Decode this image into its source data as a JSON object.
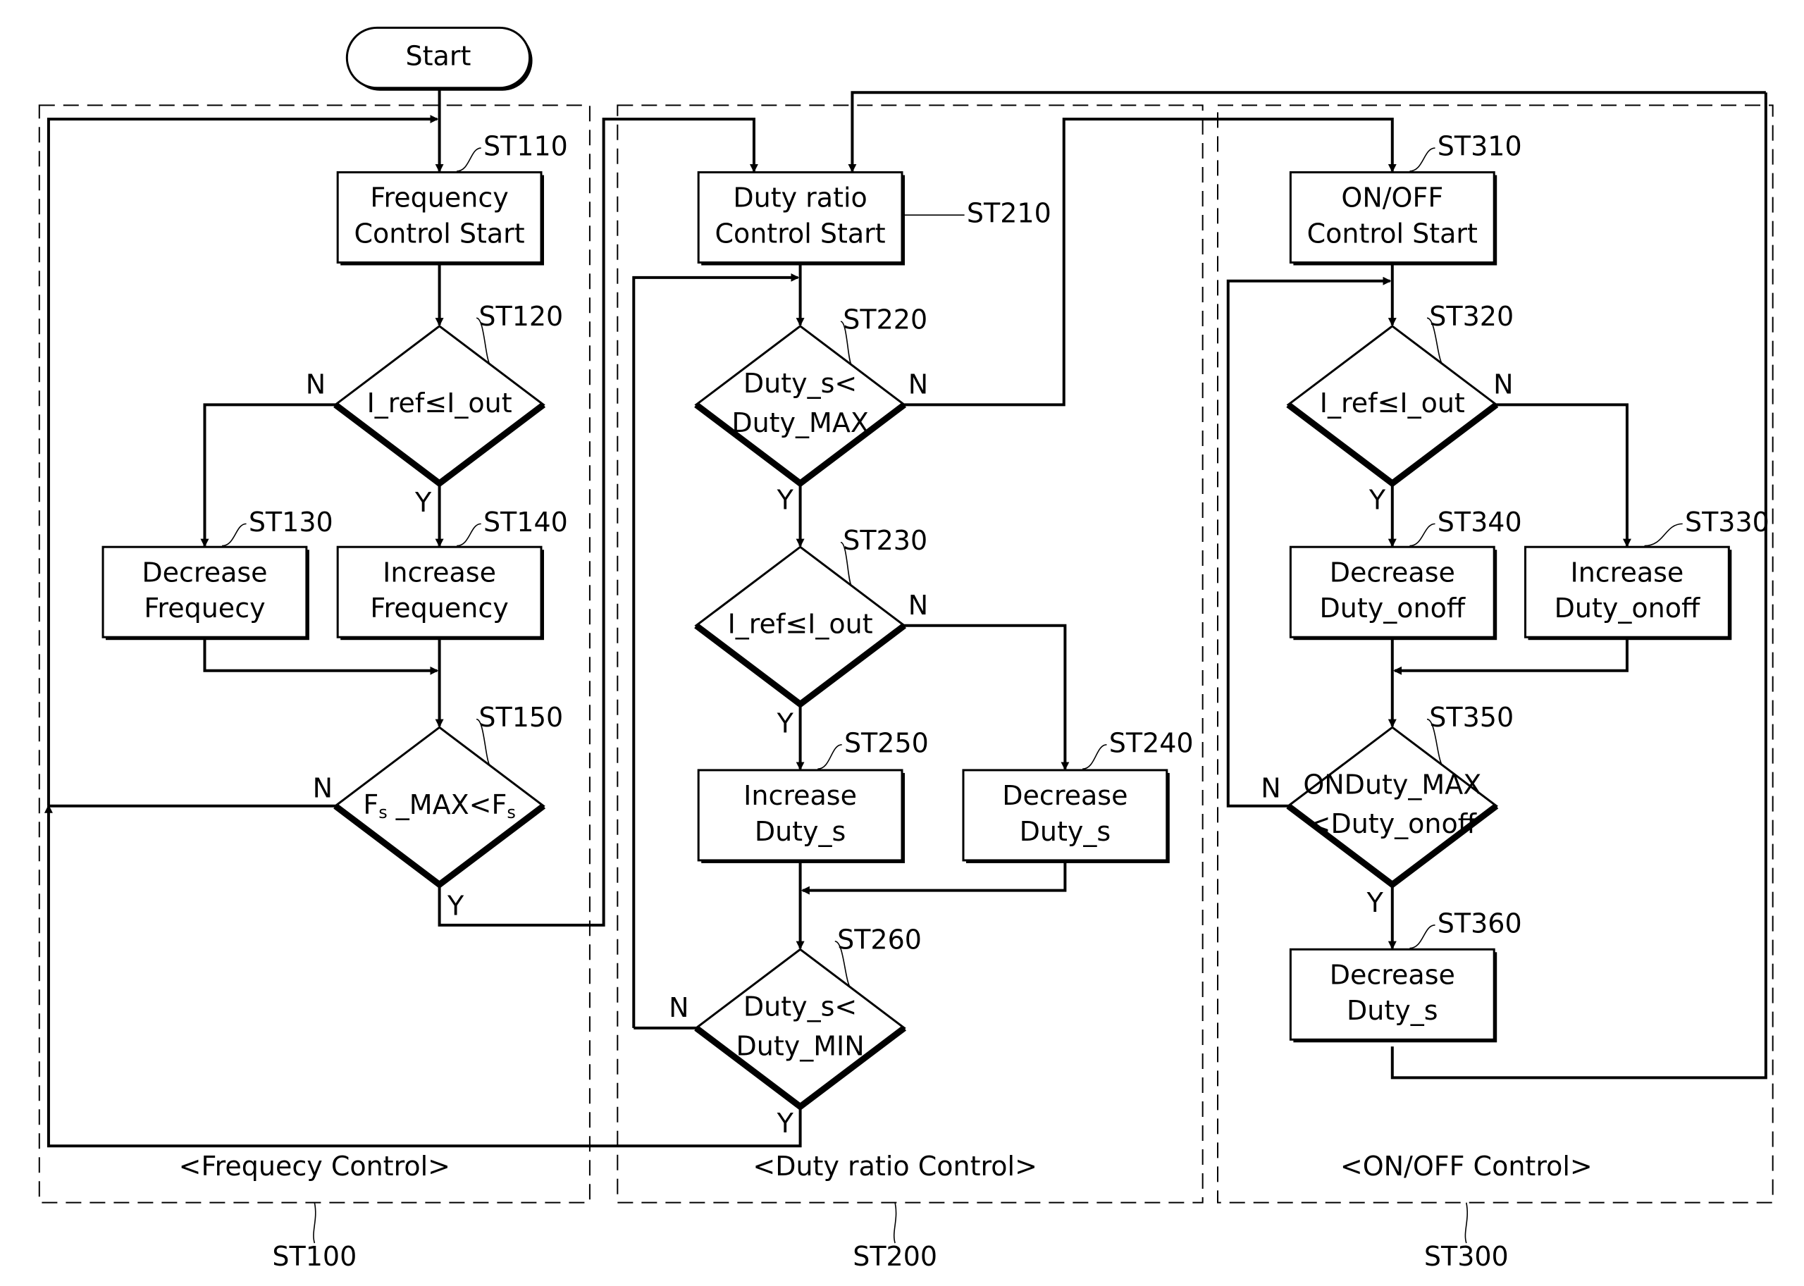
{
  "start": {
    "label": "Start"
  },
  "groups": [
    {
      "id": "ST100",
      "title": "<Frequecy Control>",
      "ref": "ST100"
    },
    {
      "id": "ST200",
      "title": "<Duty ratio Control>",
      "ref": "ST200"
    },
    {
      "id": "ST300",
      "title": "<ON/OFF Control>",
      "ref": "ST300"
    }
  ],
  "steps": {
    "ST110": {
      "ref": "ST110",
      "lines": [
        "Frequency",
        "Control Start"
      ]
    },
    "ST120": {
      "ref": "ST120",
      "lines": [
        "I_ref≤I_out"
      ]
    },
    "ST130": {
      "ref": "ST130",
      "lines": [
        "Decrease",
        "Frequecy"
      ]
    },
    "ST140": {
      "ref": "ST140",
      "lines": [
        "Increase",
        "Frequency"
      ]
    },
    "ST150": {
      "ref": "ST150",
      "parts": [
        "F",
        "s",
        " _MAX<F",
        "s"
      ]
    },
    "ST210": {
      "ref": "ST210",
      "lines": [
        "Duty ratio",
        "Control Start"
      ]
    },
    "ST220": {
      "ref": "ST220",
      "lines": [
        "Duty_s<",
        "Duty_MAX"
      ]
    },
    "ST230": {
      "ref": "ST230",
      "lines": [
        "I_ref≤I_out"
      ]
    },
    "ST240": {
      "ref": "ST240",
      "lines": [
        "Decrease",
        "Duty_s"
      ]
    },
    "ST250": {
      "ref": "ST250",
      "lines": [
        "Increase",
        "Duty_s"
      ]
    },
    "ST260": {
      "ref": "ST260",
      "lines": [
        "Duty_s<",
        "Duty_MIN"
      ]
    },
    "ST310": {
      "ref": "ST310",
      "lines": [
        "ON/OFF",
        "Control Start"
      ]
    },
    "ST320": {
      "ref": "ST320",
      "lines": [
        "I_ref≤I_out"
      ]
    },
    "ST330": {
      "ref": "ST330",
      "lines": [
        "Increase",
        "Duty_onoff"
      ]
    },
    "ST340": {
      "ref": "ST340",
      "lines": [
        "Decrease",
        "Duty_onoff"
      ]
    },
    "ST350": {
      "ref": "ST350",
      "lines": [
        "ONDuty_MAX",
        "<Duty_onoff"
      ]
    },
    "ST360": {
      "ref": "ST360",
      "lines": [
        "Decrease",
        "Duty_s"
      ]
    }
  },
  "branch_labels": {
    "yes": "Y",
    "no": "N"
  }
}
